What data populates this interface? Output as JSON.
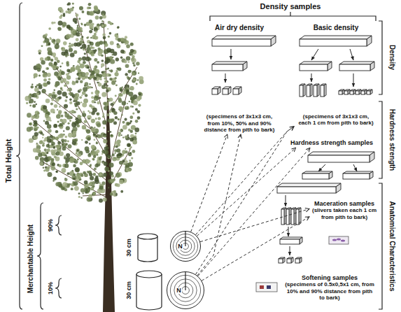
{
  "diagram": {
    "nodes": [
      {
        "text": [
          "Air dry density",
          "(specimens of 3x1x3 cm, from 10%, 50% and 90% distance from pith to bark)"
        ]
      },
      {
        "text": [
          "Basic density",
          "(specimens of 3x1x3 cm, each 1 cm from pith to bark)"
        ]
      },
      {
        "text": [
          "Hardness strength samples"
        ]
      },
      {
        "text": [
          "Maceration samples",
          "(slivers taken each 1 cm from pith to bark)"
        ]
      },
      {
        "text": [
          "Softening samples",
          "(specimens of 0.5x0,5x1 cm, from 10% and 90% distance from pith to bark)"
        ]
      },
      {
        "text": [
          "N"
        ]
      },
      {
        "text": [
          "N"
        ]
      }
    ],
    "edges": [
      {
        "from": 6,
        "to": 0,
        "arrow": "to"
      },
      {
        "from": 6,
        "to": 1,
        "arrow": "to"
      },
      {
        "from": 6,
        "to": 2,
        "arrow": "to"
      },
      {
        "from": 6,
        "to": 3,
        "arrow": "to"
      },
      {
        "from": 5,
        "to": 0,
        "arrow": "to"
      },
      {
        "from": 5,
        "to": 1,
        "arrow": "to"
      },
      {
        "from": 5,
        "to": 2,
        "arrow": "to"
      },
      {
        "from": 5,
        "to": 3,
        "arrow": "to"
      }
    ],
    "labels": [
      "Density samples",
      "Total Height",
      "Merchantable Height",
      "90%",
      "10%",
      "30 cm",
      "30 cm",
      "Density",
      "Hardness strength",
      "Anatomical Characteristics"
    ]
  }
}
